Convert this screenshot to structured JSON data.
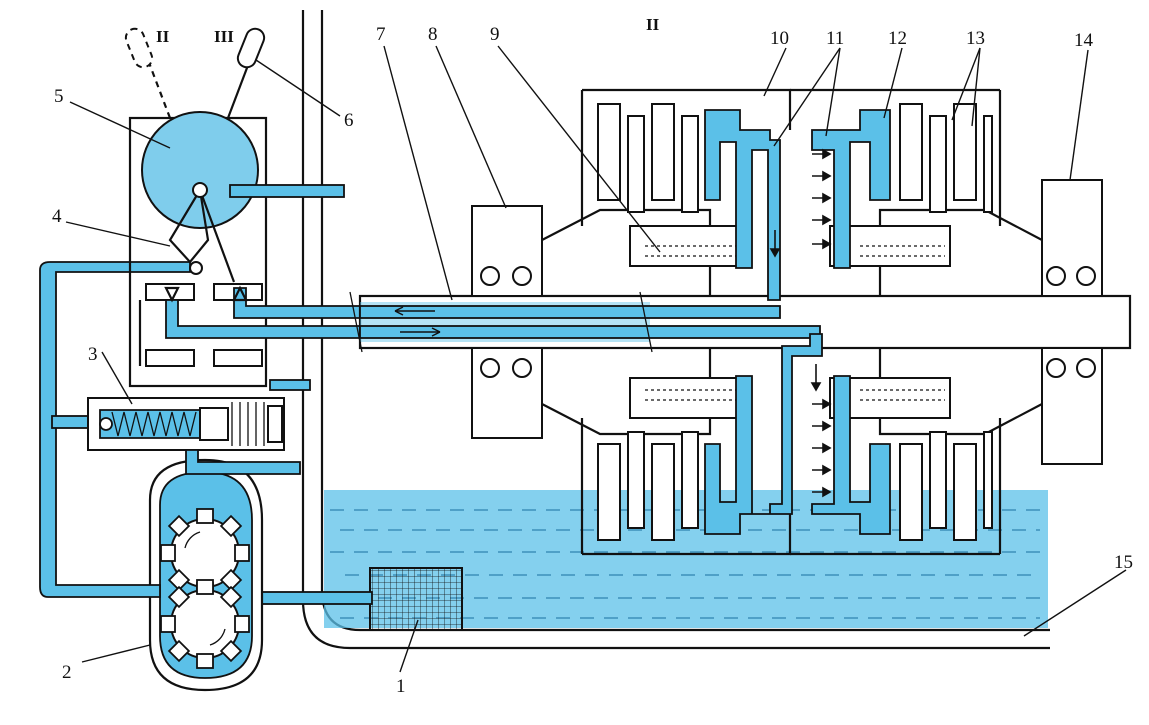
{
  "labels": {
    "n1": "1",
    "n2": "2",
    "n3": "3",
    "n4": "4",
    "n5": "5",
    "n6": "6",
    "n7": "7",
    "n8": "8",
    "n9": "9",
    "n10": "10",
    "n11": "11",
    "n12": "12",
    "n13": "13",
    "n14": "14",
    "n15": "15"
  },
  "positions": {
    "lever_left": "II",
    "lever_right": "III",
    "clutch_top": "II"
  },
  "colors": {
    "oil": "#5bc0e8",
    "oil_light": "#9fd8f0",
    "line": "#111111"
  }
}
